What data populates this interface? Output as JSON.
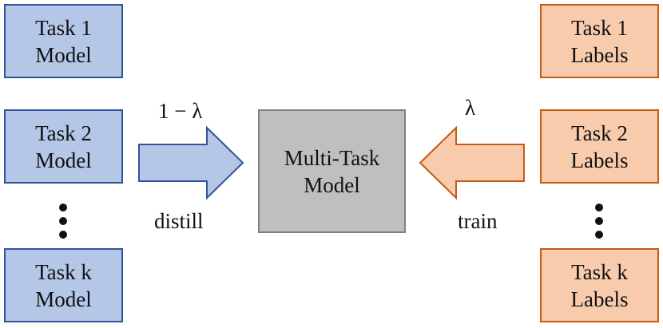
{
  "models": [
    {
      "line1": "Task 1",
      "line2": "Model"
    },
    {
      "line1": "Task 2",
      "line2": "Model"
    },
    {
      "line1": "Task k",
      "line2": "Model"
    }
  ],
  "labels": [
    {
      "line1": "Task 1",
      "line2": "Labels"
    },
    {
      "line1": "Task 2",
      "line2": "Labels"
    },
    {
      "line1": "Task k",
      "line2": "Labels"
    }
  ],
  "center": {
    "line1": "Multi-Task",
    "line2": "Model"
  },
  "left_arrow": {
    "weight": "1 − λ",
    "caption": "distill"
  },
  "right_arrow": {
    "weight": "λ",
    "caption": "train"
  },
  "colors": {
    "model_fill": "#b4c7e7",
    "model_border": "#2f5597",
    "label_fill": "#f8cbad",
    "label_border": "#c55a11",
    "center_fill": "#bfbfbf",
    "center_border": "#7f7f7f"
  }
}
